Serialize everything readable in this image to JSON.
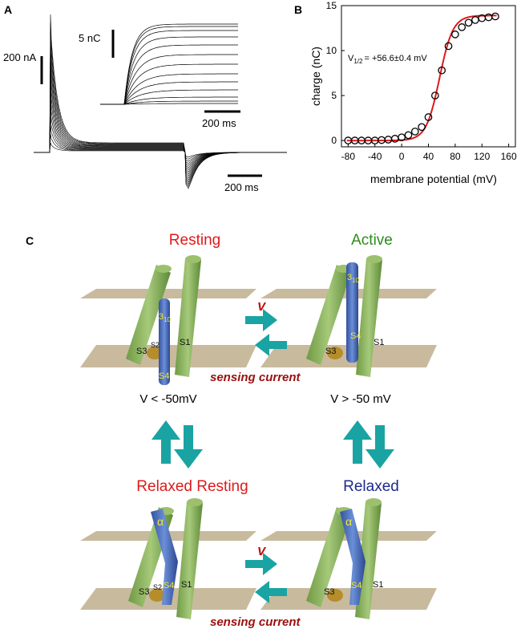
{
  "panels": {
    "a": "A",
    "b": "B",
    "c": "C"
  },
  "panel_a": {
    "scale_current": "200 nA",
    "scale_time": "200 ms",
    "inset_scale_charge": "5 nC",
    "inset_scale_time": "200 ms"
  },
  "panel_b": {
    "annotation_prefix": "V",
    "annotation_subscript": "1/2",
    "annotation_value": "= +56.6±0.4 mV"
  },
  "chart_data": {
    "type": "scatter",
    "title": "",
    "xlabel": "membrane potential (mV)",
    "ylabel": "charge (nC)",
    "xlim": [
      -90,
      170
    ],
    "ylim": [
      -0.7,
      15
    ],
    "xticks": [
      -80,
      -40,
      0,
      40,
      80,
      120,
      160
    ],
    "yticks": [
      0,
      5,
      10,
      15
    ],
    "grid": false,
    "series": [
      {
        "marker": "open-circle",
        "color": "#000000",
        "x": [
          -80,
          -70,
          -60,
          -50,
          -40,
          -30,
          -20,
          -10,
          0,
          10,
          20,
          30,
          40,
          50,
          60,
          70,
          80,
          90,
          100,
          110,
          120,
          130,
          140
        ],
        "y": [
          0.0,
          0.0,
          0.0,
          0.0,
          0.0,
          0.05,
          0.1,
          0.2,
          0.35,
          0.6,
          1.0,
          1.5,
          2.6,
          5.0,
          7.8,
          10.5,
          11.8,
          12.6,
          13.1,
          13.4,
          13.6,
          13.7,
          13.8
        ]
      },
      {
        "type": "line",
        "color": "#e0191b",
        "fit": "boltzmann",
        "v_half": 56.6,
        "slope": 10,
        "qmax": 13.9
      }
    ]
  },
  "panel_c": {
    "states": {
      "resting": "Resting",
      "active": "Active",
      "relaxed_resting": "Relaxed Resting",
      "relaxed": "Relaxed"
    },
    "conditions": {
      "left": "V < -50mV",
      "right": "V > -50 mV"
    },
    "arrow_label": "V",
    "sensing_current": "sensing current",
    "segments": {
      "s1": "S1",
      "s2": "S2",
      "s3": "S3",
      "s4": "S4",
      "helix_310": "3",
      "helix_310_sub": "10",
      "alpha": "α"
    },
    "colors": {
      "resting_label": "#e0191b",
      "active_label": "#2e8b1e",
      "relaxed_label": "#1c2a8c",
      "arrow": "#1aa3a3",
      "membrane": "#bfae8c",
      "s4_helix": "#4d6fc0",
      "other_helices": "#8ab35a"
    }
  }
}
